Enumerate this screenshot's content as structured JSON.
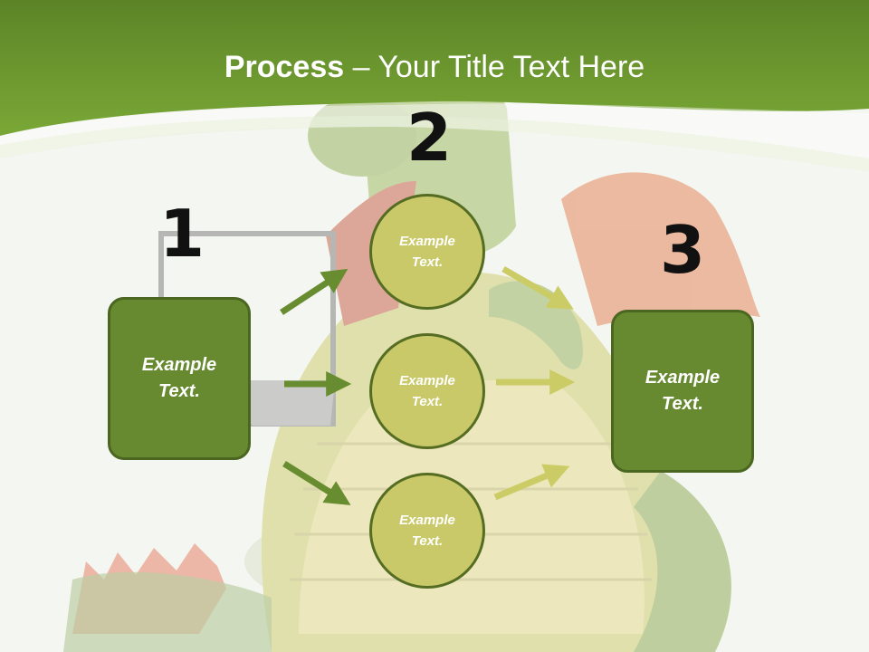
{
  "slide": {
    "title_strong": "Process",
    "title_rest": " – Your Title Text Here",
    "numbers": [
      "1",
      "2",
      "3"
    ],
    "box_left": "Example\nText.",
    "box_right": "Example\nText.",
    "circles": [
      "Example\nText.",
      "Example\nText.",
      "Example\nText."
    ]
  },
  "colors": {
    "header_green": "#6e9a2e",
    "box_fill": "#678a30",
    "circle_fill": "#c9c96a",
    "arrow_dark": "#688c30",
    "arrow_light": "#cccc66"
  },
  "background": {
    "illustration": "dragon-with-laptop-icon"
  }
}
